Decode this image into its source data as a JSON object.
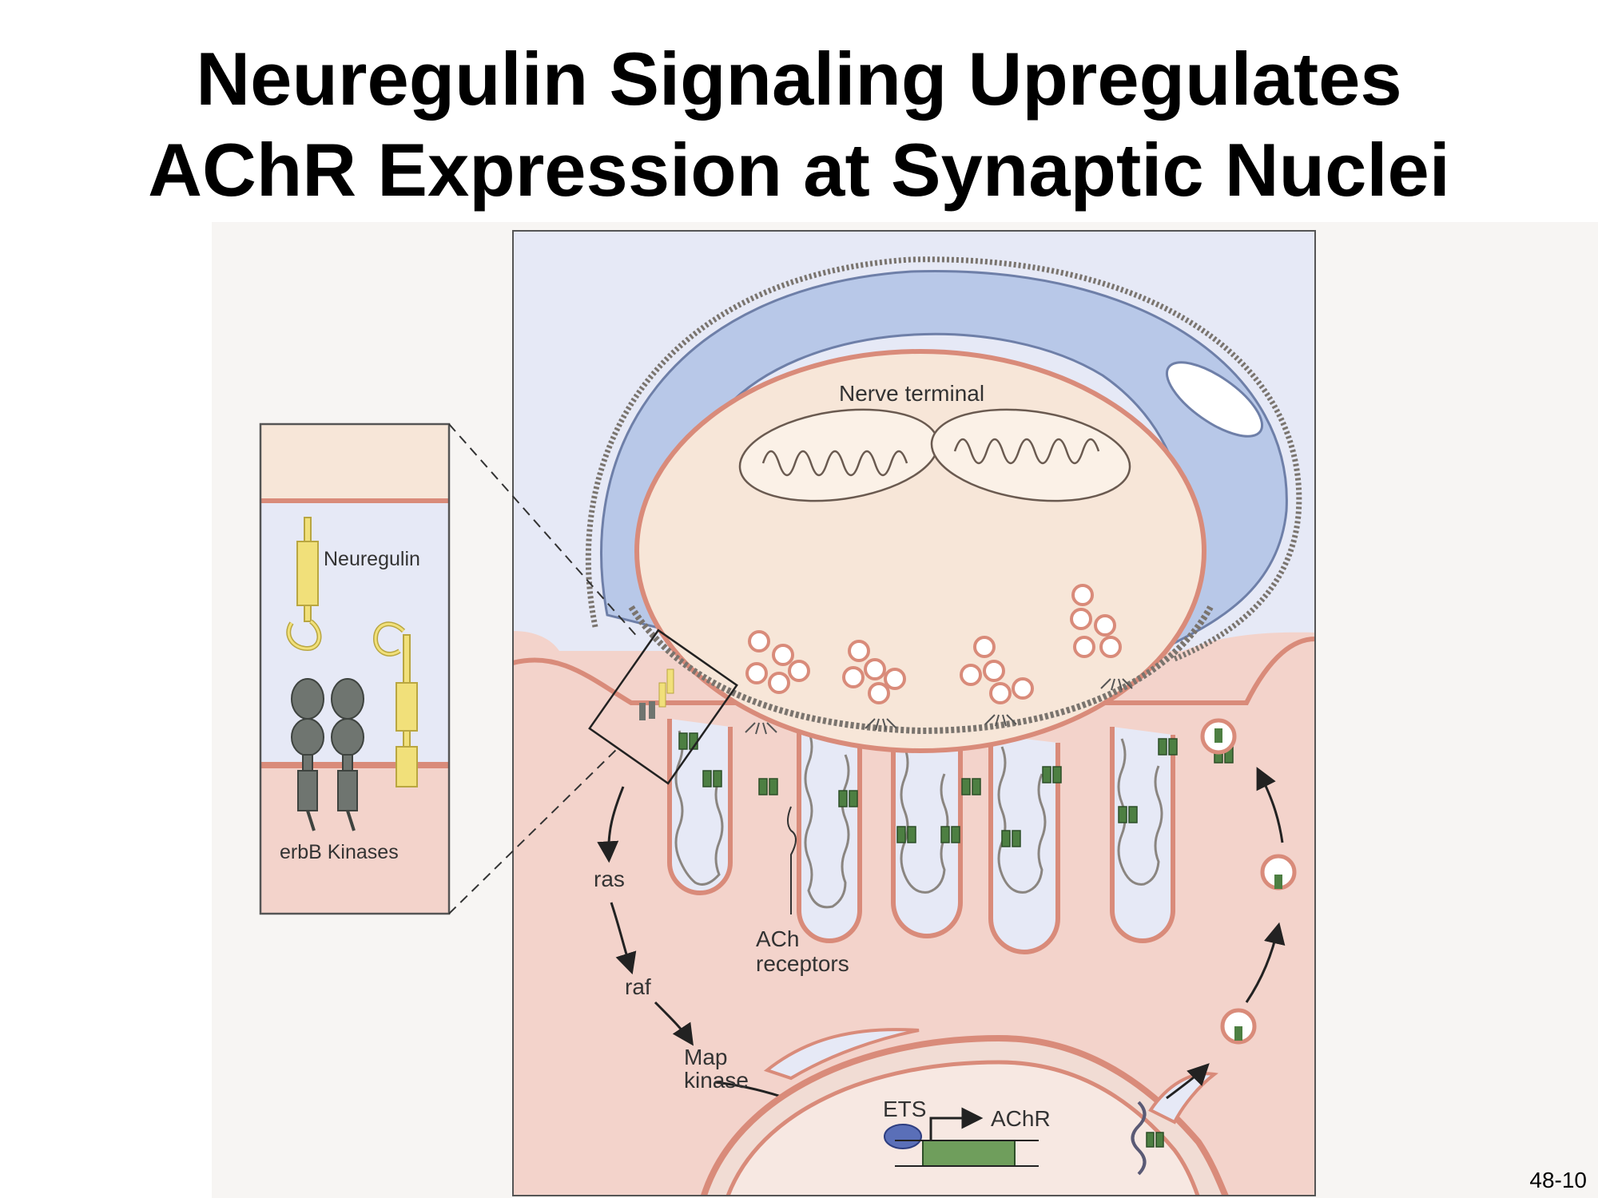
{
  "slide": {
    "title_line1": "Neuregulin Signaling Upregulates",
    "title_line2": "AChR Expression at Synaptic Nuclei",
    "slide_number": "48-10"
  },
  "figure": {
    "labels": {
      "nerve_terminal": "Nerve terminal",
      "neuregulin": "Neuregulin",
      "erbb_kinases": "erbB Kinases",
      "ras": "ras",
      "raf": "raf",
      "map_line1": "Map",
      "map_line2": "kinase",
      "ach_line1": "ACh",
      "ach_line2": "receptors",
      "ets": "ETS",
      "achr": "AChR"
    }
  },
  "colors": {
    "muscle": "#f3d3cb",
    "muscle_membrane": "#d98b7a",
    "nerve": "#f7e6d8",
    "schwann": "#b8c8e8",
    "synaptic_cleft": "#e6e9f6",
    "neuregulin": "#f1e07a",
    "erbb": "#6f7570",
    "receptor": "#4d7f42",
    "ets": "#5a6fb8"
  }
}
